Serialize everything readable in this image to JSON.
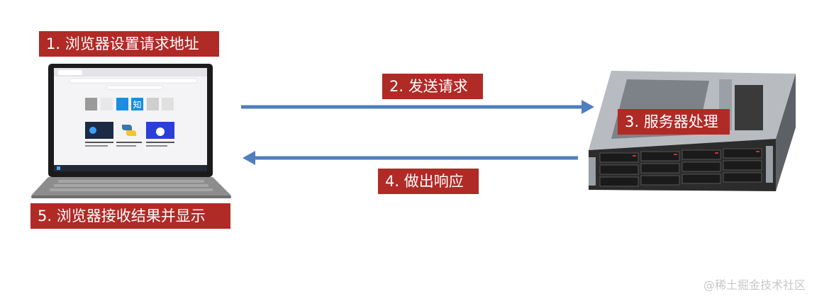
{
  "steps": {
    "step1": "1. 浏览器设置请求地址",
    "step2": "2. 发送请求",
    "step3": "3. 服务器处理",
    "step4": "4. 做出响应",
    "step5": "5. 浏览器接收结果并显示"
  },
  "laptop_screen": {
    "tile_text": "知"
  },
  "watermark": "@稀土掘金技术社区",
  "colors": {
    "label_bg": "#b02a26",
    "arrow": "#4f7fbf",
    "laptop_body": "#8c8c8c",
    "server_body": "#2e2e2e"
  }
}
